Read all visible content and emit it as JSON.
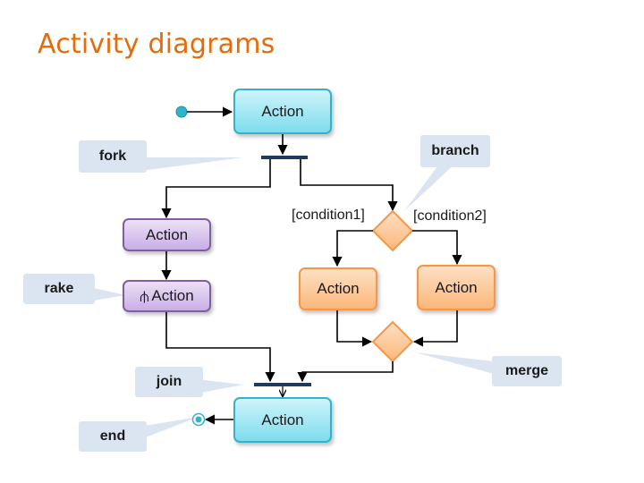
{
  "title": "Activity diagrams",
  "nodes": {
    "start_action": "Action",
    "left_action": "Action",
    "rake_action": "Action",
    "branch_left_action": "Action",
    "branch_right_action": "Action",
    "end_action": "Action"
  },
  "guards": {
    "left": "[condition1]",
    "right": "[condition2]"
  },
  "callouts": {
    "fork": "fork",
    "branch": "branch",
    "rake": "rake",
    "join": "join",
    "merge": "merge",
    "end": "end"
  },
  "icons": {
    "rake": "rake-icon"
  },
  "colors": {
    "title": "#e46c0a",
    "cyan_fill": "#7fdcec",
    "purple_fill": "#c8aee6",
    "orange_fill": "#fbb77a",
    "callout_fill": "#dbe5f1",
    "bar": "#1f3a5f",
    "initial_node": "#31b4c9"
  }
}
